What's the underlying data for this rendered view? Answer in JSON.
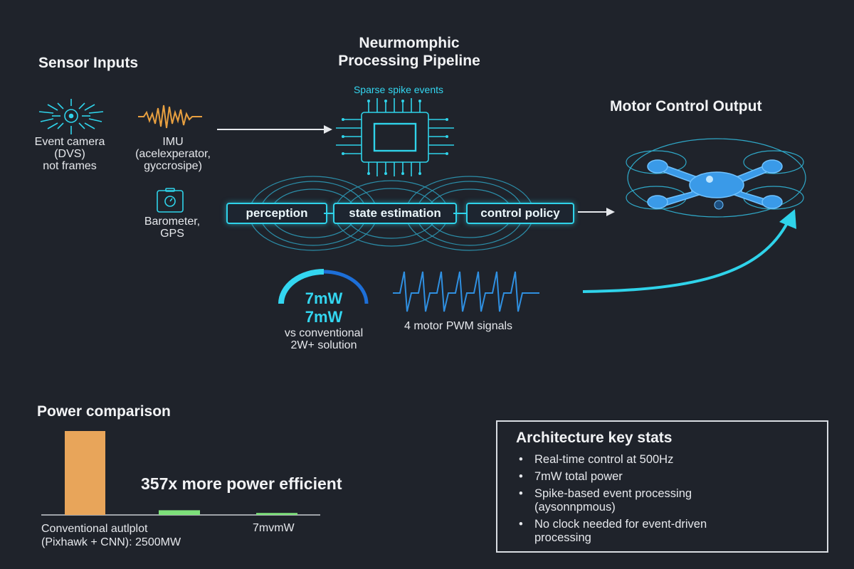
{
  "sensor_inputs": {
    "title": "Sensor Inputs",
    "event_camera": {
      "icon": "event-camera-icon",
      "label": [
        "Event camera",
        "(DVS)",
        "not frames"
      ]
    },
    "imu": {
      "icon": "imu-waveform-icon",
      "label": [
        "IMU",
        "(acelexperator,",
        "gyccrosipe)"
      ]
    },
    "barometer": {
      "icon": "barometer-icon",
      "label": [
        "Barometer,",
        "GPS"
      ]
    }
  },
  "pipeline": {
    "title": [
      "Neurmomphic",
      "Processing Pipeline"
    ],
    "chip_caption": "Sparse spike events",
    "chip_icon": "neuromorphic-chip-icon",
    "stages": [
      "perception",
      "state estimation",
      "control policy"
    ]
  },
  "motor_output": {
    "title": "Motor Control Output",
    "drone_icon": "quadcopter-drone-icon"
  },
  "power_gauge": {
    "value_1": "7mW",
    "value_2": "7mW",
    "caption": [
      "vs conventional",
      "2W+ solution"
    ],
    "fraction": 0.5
  },
  "pwm": {
    "caption": "4 motor PWM signals",
    "icon": "pwm-signal-icon"
  },
  "power_comparison": {
    "title": "Power comparison",
    "headline": "357x more power efficient",
    "label_conventional": [
      "Conventional autlplot",
      "(Pixhawk + CNN): 2500MW"
    ],
    "label_neuromorphic": "7mvmW",
    "colors": {
      "conventional": "#e8a55a",
      "neuromorphic": "#7de07a"
    }
  },
  "chart_data": {
    "type": "bar",
    "categories": [
      "Conventional autlplot (Pixhawk + CNN): 2500MW",
      "",
      "7mvmW"
    ],
    "values": [
      2500,
      140,
      60
    ],
    "ylim": [
      0,
      2500
    ],
    "grid": false
  },
  "stats": {
    "title": "Architecture key stats",
    "items": [
      [
        "Real-time control at 500Hz"
      ],
      [
        "7mW total power"
      ],
      [
        "Spike-based event processing",
        "(aysonnpmous)"
      ],
      [
        "No clock needed for event-driven",
        "processing"
      ]
    ]
  },
  "colors": {
    "accent": "#2fd3ea",
    "blue": "#2f8fe0",
    "background": "#1f232b"
  }
}
